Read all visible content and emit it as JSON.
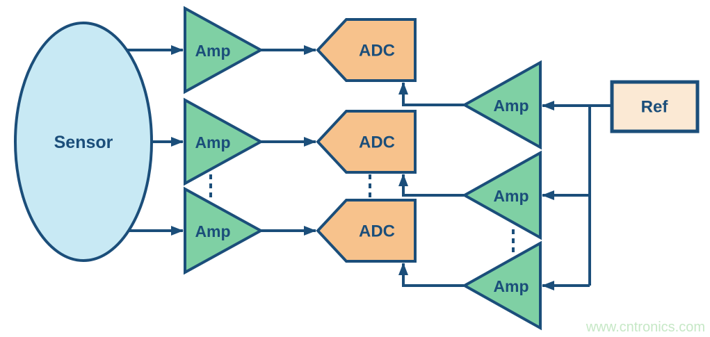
{
  "labels": {
    "sensor": "Sensor",
    "amp": "Amp",
    "adc": "ADC",
    "ref": "Ref"
  },
  "watermark": {
    "text": "www.cntronics.com"
  },
  "colors": {
    "navy": "#1b4e7a",
    "green": "#7fd0a4",
    "orange": "#f7c28c",
    "blue": "#c8e9f4",
    "cream": "#fbe9d4",
    "watermark-green": "#c6e8c6",
    "background": "#ffffff"
  },
  "diagram": {
    "type": "signal-chain-block-diagram",
    "blocks": [
      {
        "id": "sensor",
        "shape": "ellipse",
        "label": "Sensor"
      },
      {
        "id": "amp-input-1",
        "shape": "triangle-right",
        "label": "Amp"
      },
      {
        "id": "amp-input-2",
        "shape": "triangle-right",
        "label": "Amp"
      },
      {
        "id": "amp-input-3",
        "shape": "triangle-right",
        "label": "Amp"
      },
      {
        "id": "adc-1",
        "shape": "pentagon-left",
        "label": "ADC"
      },
      {
        "id": "adc-2",
        "shape": "pentagon-left",
        "label": "ADC"
      },
      {
        "id": "adc-3",
        "shape": "pentagon-left",
        "label": "ADC"
      },
      {
        "id": "amp-ref-1",
        "shape": "triangle-left",
        "label": "Amp"
      },
      {
        "id": "amp-ref-2",
        "shape": "triangle-left",
        "label": "Amp"
      },
      {
        "id": "amp-ref-3",
        "shape": "triangle-left",
        "label": "Amp"
      },
      {
        "id": "ref",
        "shape": "rect",
        "label": "Ref"
      }
    ],
    "connections": [
      {
        "from": "sensor",
        "to": "amp-input-1"
      },
      {
        "from": "sensor",
        "to": "amp-input-2"
      },
      {
        "from": "sensor",
        "to": "amp-input-3"
      },
      {
        "from": "amp-input-1",
        "to": "adc-1"
      },
      {
        "from": "amp-input-2",
        "to": "adc-2"
      },
      {
        "from": "amp-input-3",
        "to": "adc-3"
      },
      {
        "from": "amp-ref-1",
        "to": "adc-1"
      },
      {
        "from": "amp-ref-2",
        "to": "adc-2"
      },
      {
        "from": "amp-ref-3",
        "to": "adc-3"
      },
      {
        "from": "ref",
        "to": "amp-ref-1"
      },
      {
        "from": "ref",
        "to": "amp-ref-2"
      },
      {
        "from": "ref",
        "to": "amp-ref-3"
      }
    ]
  }
}
